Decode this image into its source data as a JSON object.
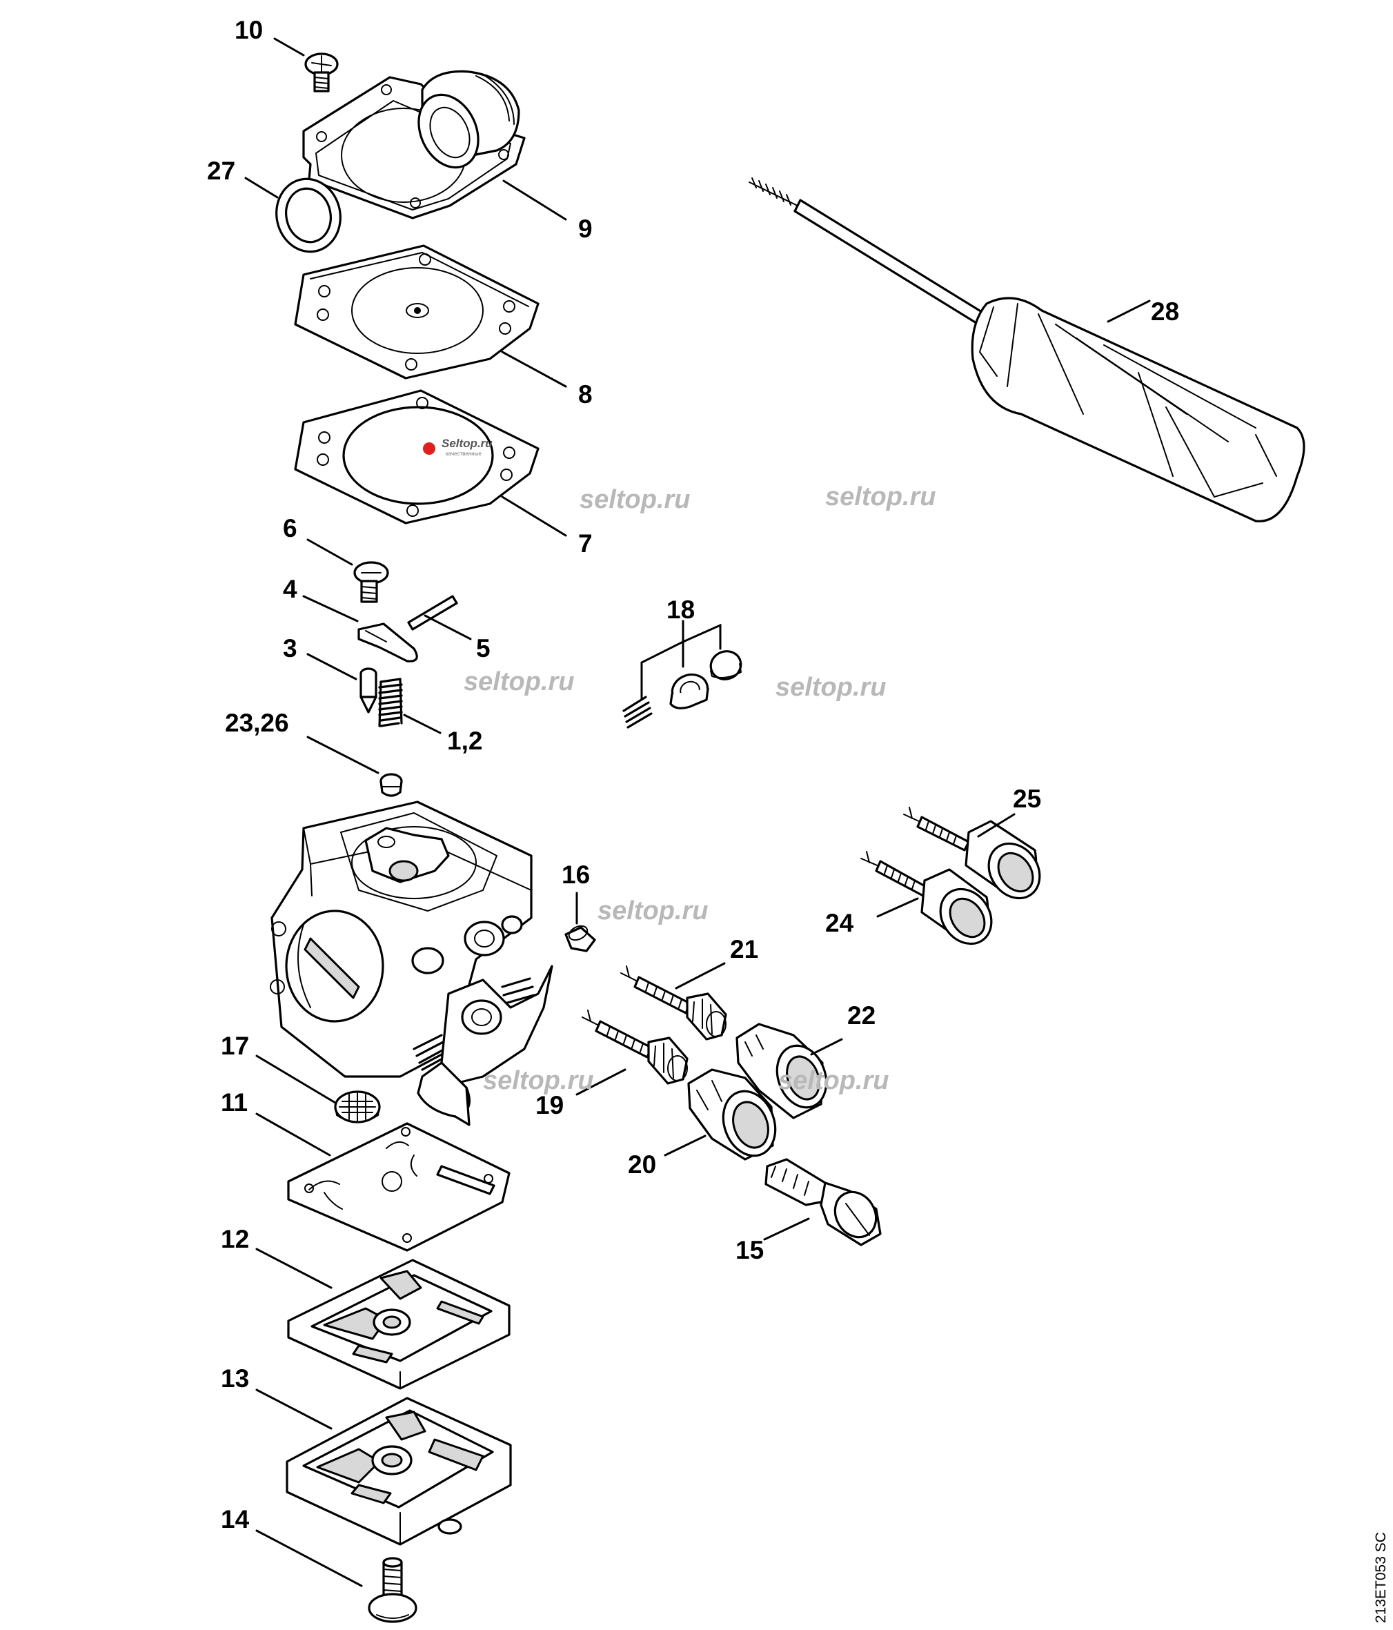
{
  "diagram": {
    "callouts": [
      {
        "id": "c10",
        "label": "10"
      },
      {
        "id": "c27",
        "label": "27"
      },
      {
        "id": "c9",
        "label": "9"
      },
      {
        "id": "c8",
        "label": "8"
      },
      {
        "id": "c7",
        "label": "7"
      },
      {
        "id": "c28",
        "label": "28"
      },
      {
        "id": "c6",
        "label": "6"
      },
      {
        "id": "c4",
        "label": "4"
      },
      {
        "id": "c5",
        "label": "5"
      },
      {
        "id": "c3",
        "label": "3"
      },
      {
        "id": "c12b",
        "label": "1,2"
      },
      {
        "id": "c2326",
        "label": "23,26"
      },
      {
        "id": "c18",
        "label": "18"
      },
      {
        "id": "c25",
        "label": "25"
      },
      {
        "id": "c24",
        "label": "24"
      },
      {
        "id": "c16",
        "label": "16"
      },
      {
        "id": "c21",
        "label": "21"
      },
      {
        "id": "c22",
        "label": "22"
      },
      {
        "id": "c19",
        "label": "19"
      },
      {
        "id": "c20",
        "label": "20"
      },
      {
        "id": "c15",
        "label": "15"
      },
      {
        "id": "c17",
        "label": "17"
      },
      {
        "id": "c11",
        "label": "11"
      },
      {
        "id": "c12",
        "label": "12"
      },
      {
        "id": "c13",
        "label": "13"
      },
      {
        "id": "c14",
        "label": "14"
      }
    ],
    "watermark_text": "seltop.ru",
    "logo_text": "Seltop.ru",
    "logo_subtext": "качественные",
    "reference_code": "213ET053 SC"
  },
  "colors": {
    "line": "#000000",
    "background": "#ffffff",
    "watermark": "#b8b8b8",
    "logo_accent": "#e02020"
  }
}
